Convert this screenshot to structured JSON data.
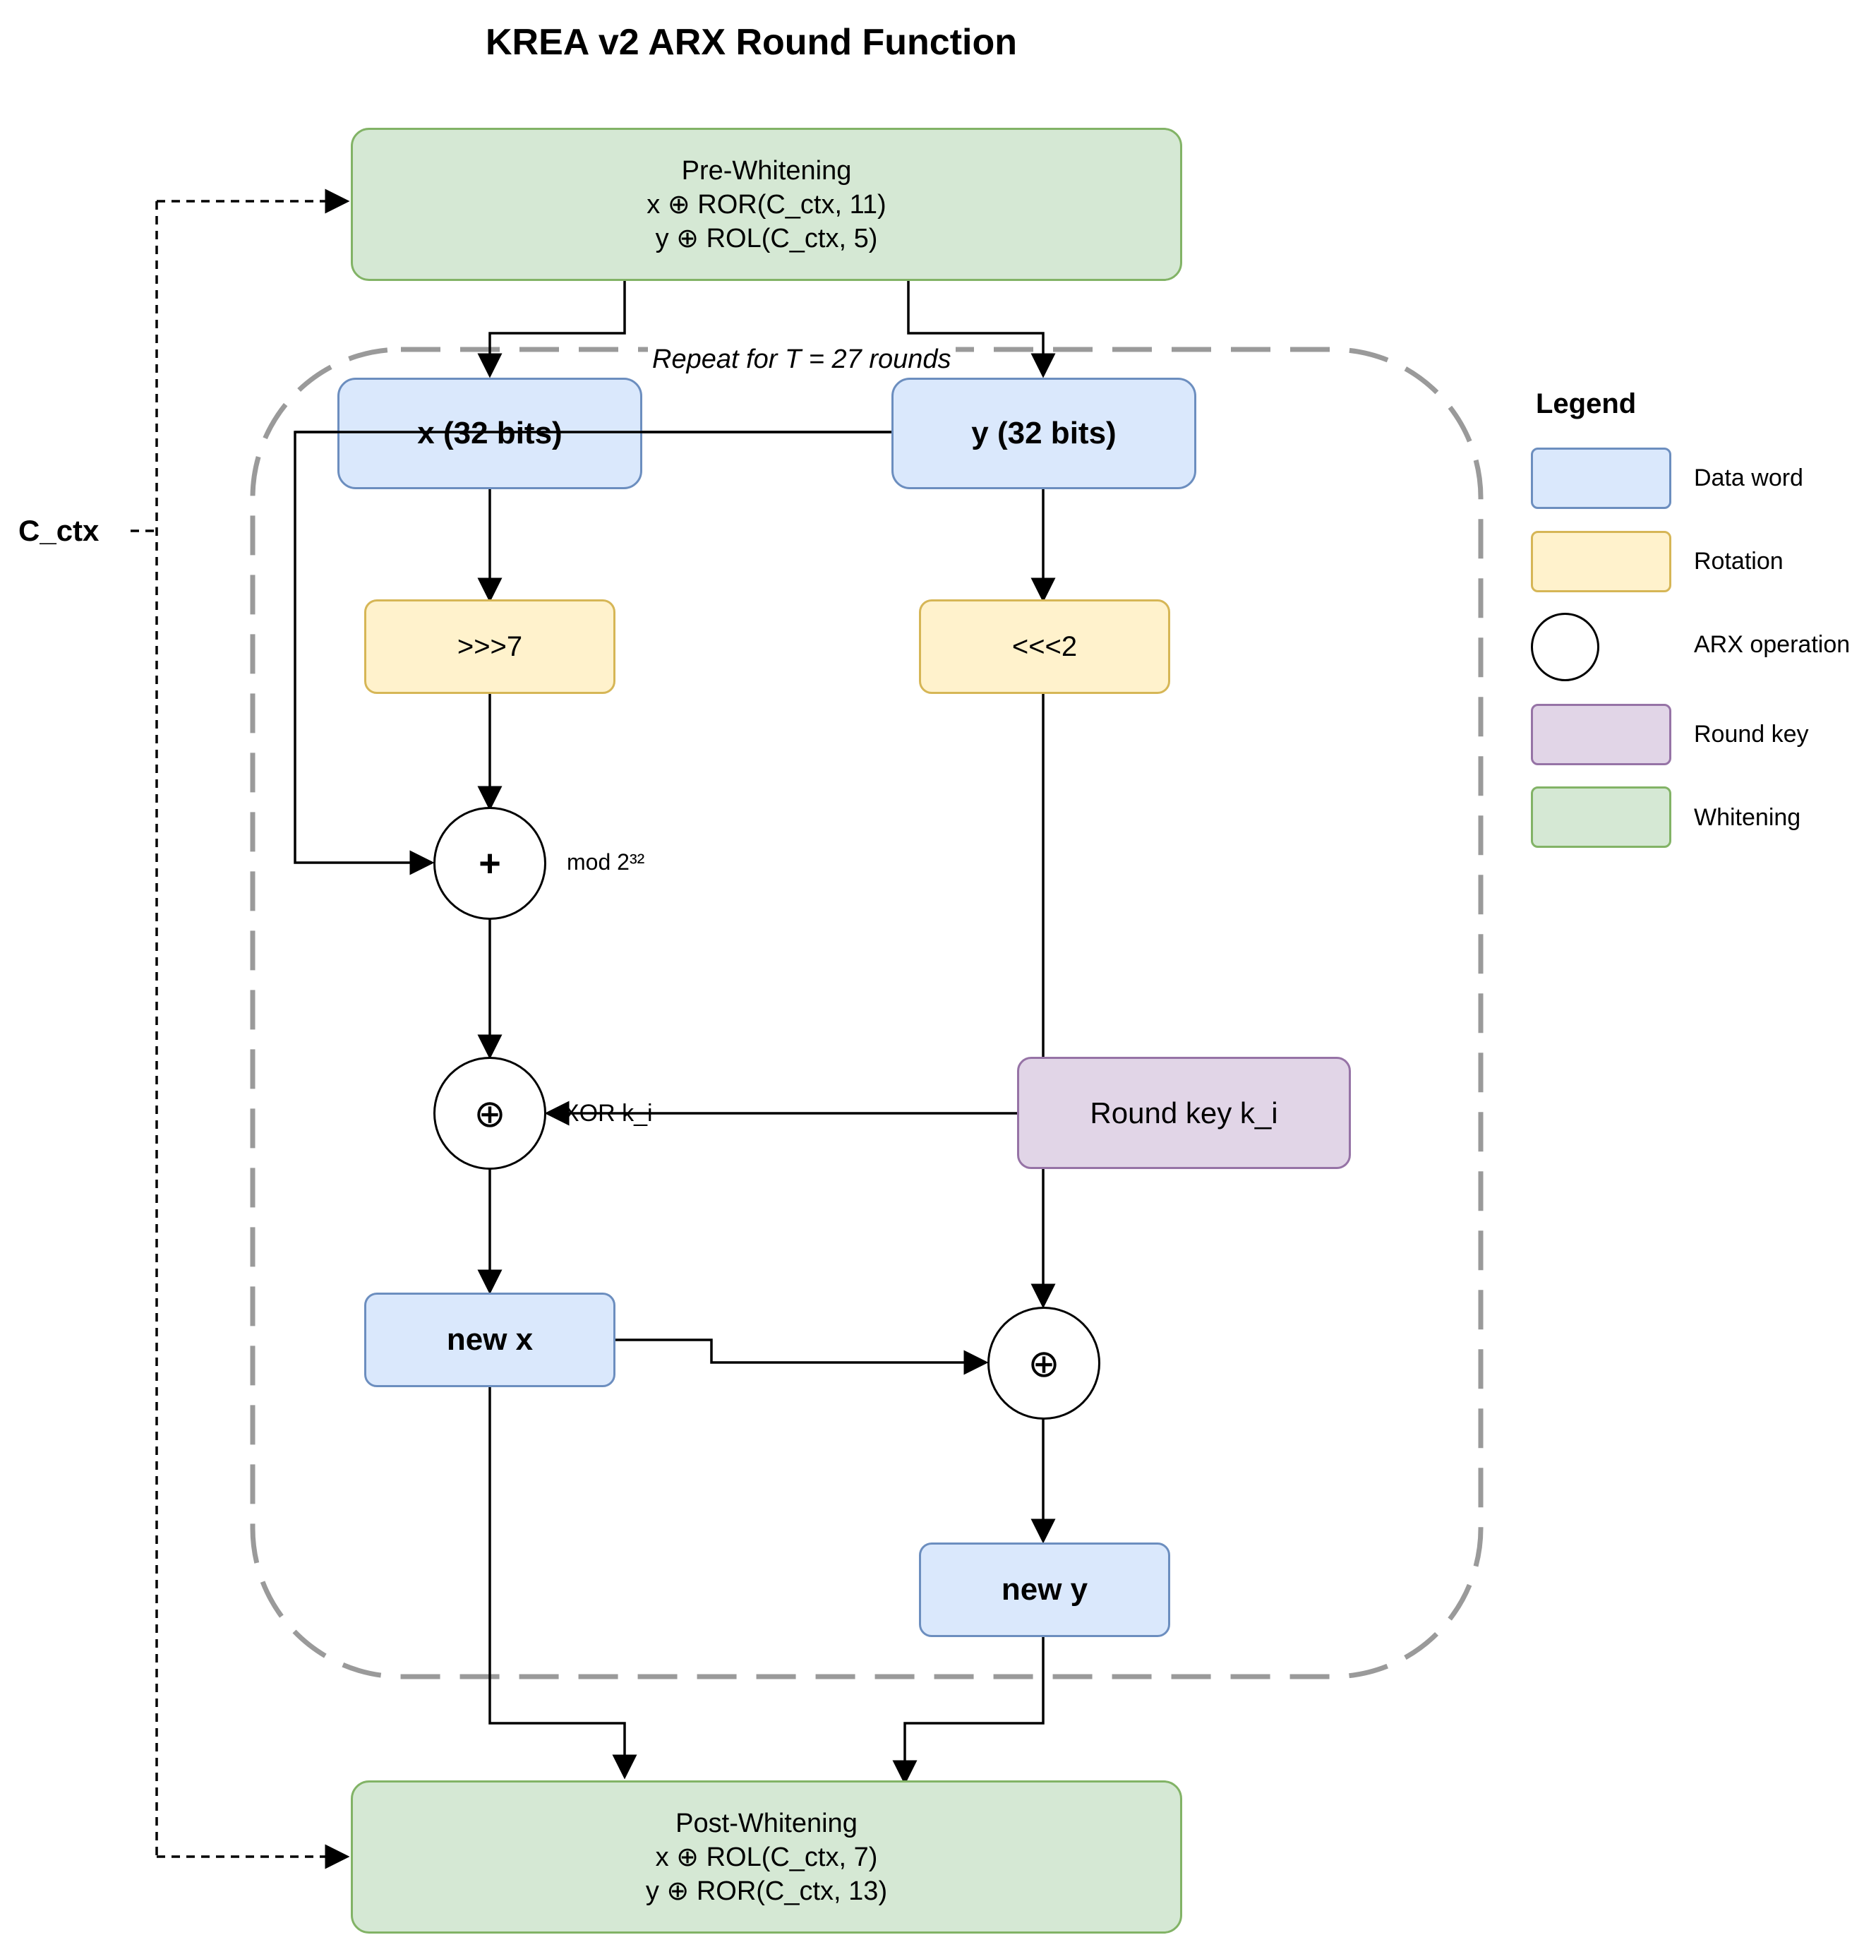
{
  "title": "KREA v2 ARX Round Function",
  "pre_whitening": {
    "title": "Pre-Whitening",
    "line1": "x ⊕ ROR(C_ctx, 11)",
    "line2": "y ⊕ ROL(C_ctx, 5)"
  },
  "post_whitening": {
    "title": "Post-Whitening",
    "line1": "x ⊕ ROL(C_ctx, 7)",
    "line2": "y ⊕ ROR(C_ctx, 13)"
  },
  "repeat_label": "Repeat for T = 27 rounds",
  "ctx_label": "C_ctx",
  "x_word": "x (32 bits)",
  "y_word": "y (32 bits)",
  "rot_x": ">>>7",
  "rot_y": "<<<2",
  "add_symbol": "+",
  "add_label": "mod 2³²",
  "xor_symbol": "⊕",
  "xor_label": "XOR k_i",
  "xor2_symbol": "⊕",
  "round_key": "Round key k_i",
  "new_x": "new x",
  "new_y": "new y",
  "legend": {
    "title": "Legend",
    "items": [
      {
        "label": "Data word",
        "fill": "#dae8fc",
        "stroke": "#6c8ebf"
      },
      {
        "label": "Rotation",
        "fill": "#fff2cc",
        "stroke": "#d6b656"
      },
      {
        "label": "ARX operation",
        "fill": "#ffffff",
        "stroke": "#000000"
      },
      {
        "label": "Round key",
        "fill": "#e1d5e7",
        "stroke": "#9673a6"
      },
      {
        "label": "Whitening",
        "fill": "#d5e8d4",
        "stroke": "#82b366"
      }
    ]
  }
}
